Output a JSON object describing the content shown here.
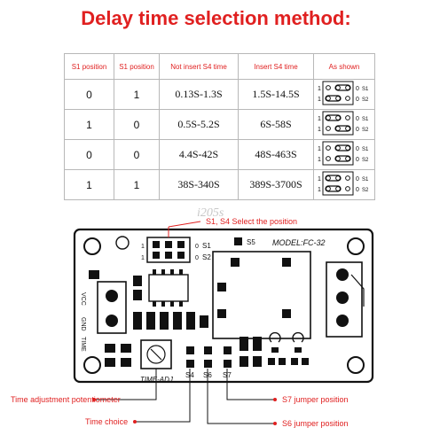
{
  "title": "Delay time selection method:",
  "table": {
    "headers": [
      "S1 position",
      "S1 position",
      "Not insert S4 time",
      "Insert S4 time",
      "As shown"
    ],
    "rows": [
      {
        "s1": "0",
        "s2": "1",
        "no_s4": "0.13S-1.3S",
        "s4": "1.5S-14.5S"
      },
      {
        "s1": "1",
        "s2": "0",
        "no_s4": "0.5S-5.2S",
        "s4": "6S-58S"
      },
      {
        "s1": "0",
        "s2": "0",
        "no_s4": "4.4S-42S",
        "s4": "48S-463S"
      },
      {
        "s1": "1",
        "s2": "1",
        "no_s4": "38S-340S",
        "s4": "389S-3700S"
      }
    ],
    "jumper_labels": {
      "one": "1",
      "zero": "0",
      "s1": "S1",
      "s2": "S2"
    }
  },
  "watermark": "i205s",
  "annotations": {
    "select_position": "S1, S4 Select the position",
    "potentiometer": "Time adjustment potentiometer",
    "time_choice": "Time choice",
    "s7": "S7 jumper position",
    "s6": "S6 jumper position"
  },
  "board": {
    "model": "MODEL:FC-32",
    "s5": "S5",
    "s1": "S1",
    "s2": "S2",
    "one": "1",
    "zero": "0",
    "vcc": "VCC",
    "gnd": "GND",
    "time": "TIME",
    "time_adj": "TIME-ADJ",
    "s4": "S4",
    "s6": "S6",
    "s7": "S7"
  },
  "colors": {
    "accent": "#e02020",
    "board_outline": "#111111"
  }
}
